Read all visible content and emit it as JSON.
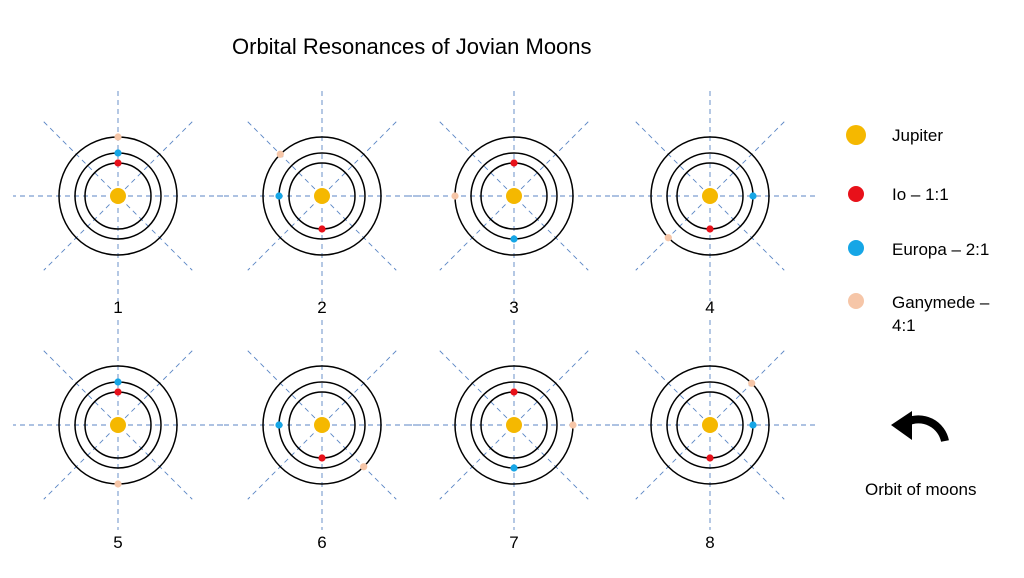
{
  "title": "Orbital Resonances of Jovian Moons",
  "colors": {
    "jupiter": "#f5b800",
    "io": "#e8111a",
    "europa": "#16a6e6",
    "ganymede": "#f6c6a8",
    "orbit": "#000000",
    "guide": "#5b86c5"
  },
  "panels": [
    {
      "label": "1",
      "io_deg": 90,
      "europa_deg": 90,
      "ganymede_deg": 90
    },
    {
      "label": "2",
      "io_deg": 270,
      "europa_deg": 180,
      "ganymede_deg": 135
    },
    {
      "label": "3",
      "io_deg": 90,
      "europa_deg": 270,
      "ganymede_deg": 180
    },
    {
      "label": "4",
      "io_deg": 270,
      "europa_deg": 0,
      "ganymede_deg": 225
    },
    {
      "label": "5",
      "io_deg": 90,
      "europa_deg": 90,
      "ganymede_deg": 270
    },
    {
      "label": "6",
      "io_deg": 270,
      "europa_deg": 180,
      "ganymede_deg": 315
    },
    {
      "label": "7",
      "io_deg": 90,
      "europa_deg": 270,
      "ganymede_deg": 0
    },
    {
      "label": "8",
      "io_deg": 270,
      "europa_deg": 0,
      "ganymede_deg": 45
    }
  ],
  "legend": {
    "jupiter": "Jupiter",
    "io": "Io – 1:1",
    "europa": "Europa – 2:1",
    "ganymede": "Ganymede – 4:1"
  },
  "orbit_caption": "Orbit of moons",
  "icons": {
    "orbit_direction": "counterclockwise-arrow-icon"
  }
}
